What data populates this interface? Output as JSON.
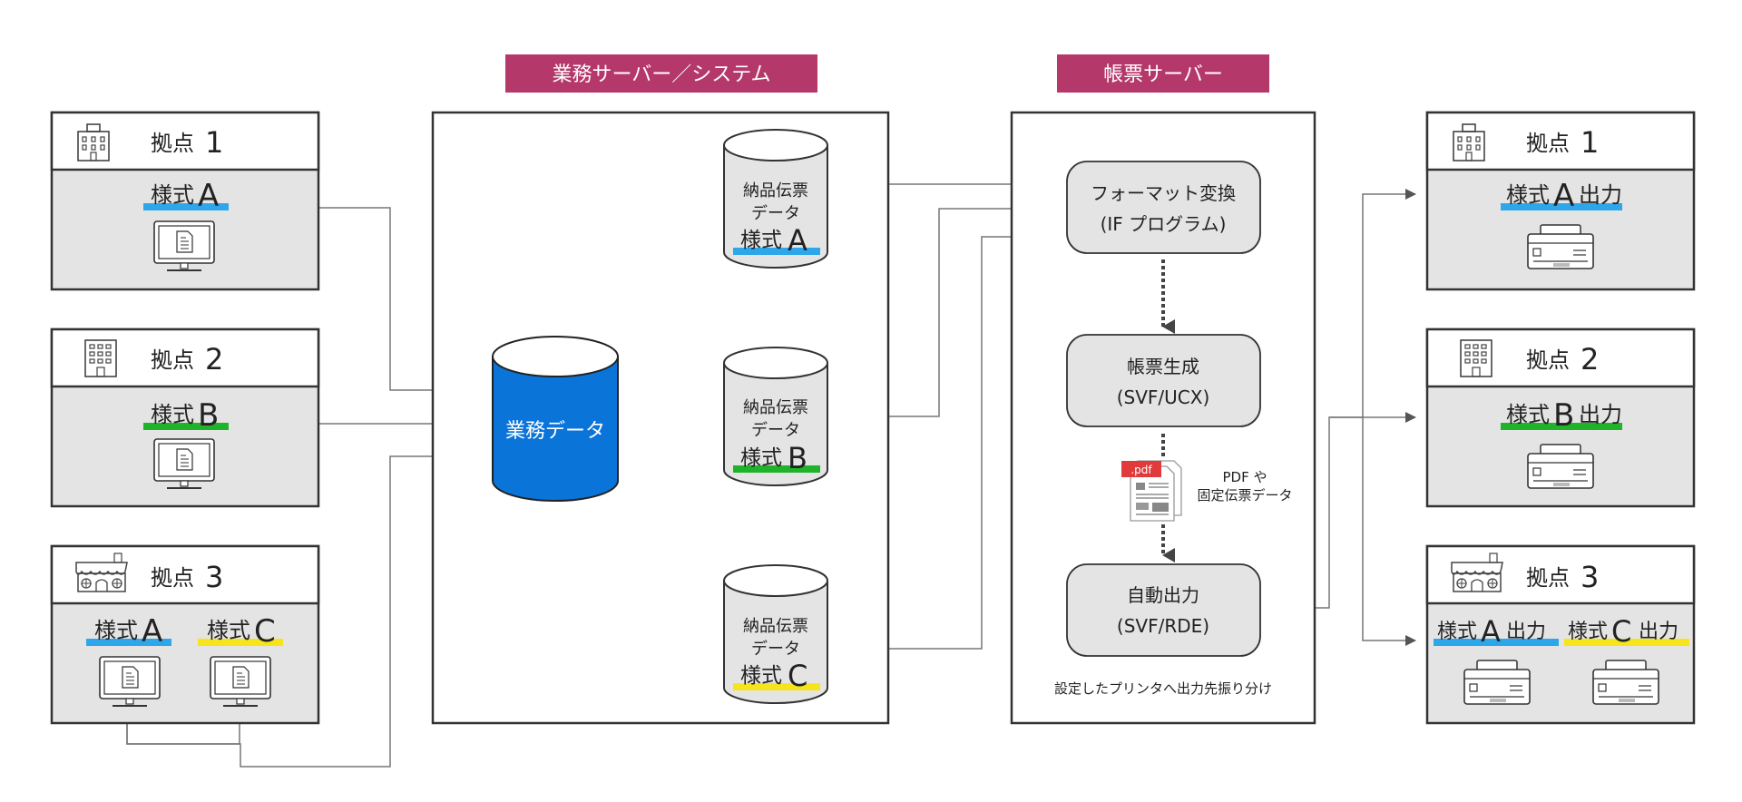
{
  "header_business": "業務サーバー／システム",
  "header_form": "帳票サーバー",
  "colors": {
    "header_bg": "#b5386a",
    "db_blue": "#0a74d9",
    "form_a": "#2ea7ea",
    "form_b": "#1fb32a",
    "form_c": "#f7e51c",
    "panel_gray": "#e4e4e4",
    "box_border": "#333333",
    "line": "#777777"
  },
  "sites_left": [
    {
      "name": "拠点",
      "num": "1",
      "forms": [
        {
          "label": "様式",
          "letter": "A",
          "color": "a"
        }
      ]
    },
    {
      "name": "拠点",
      "num": "2",
      "forms": [
        {
          "label": "様式",
          "letter": "B",
          "color": "b"
        }
      ]
    },
    {
      "name": "拠点",
      "num": "3",
      "forms": [
        {
          "label": "様式",
          "letter": "A",
          "color": "a"
        },
        {
          "label": "様式",
          "letter": "C",
          "color": "c"
        }
      ]
    }
  ],
  "business_db": "業務データ",
  "slip_db": {
    "line1": "納品伝票",
    "line2": "データ"
  },
  "slip_forms": [
    {
      "label": "様式",
      "letter": "A"
    },
    {
      "label": "様式",
      "letter": "B"
    },
    {
      "label": "様式",
      "letter": "C"
    }
  ],
  "steps": {
    "convert": {
      "line1": "フォーマット変換",
      "line2": "(IF プログラム)"
    },
    "generate": {
      "line1": "帳票生成",
      "line2": "(SVF/UCX)"
    },
    "output": {
      "line1": "自動出力",
      "line2": "(SVF/RDE)"
    }
  },
  "pdf_badge": ".pdf",
  "pdf_note": {
    "line1": "PDF や",
    "line2": "固定伝票データ"
  },
  "printer_note": "設定したプリンタへ出力先振り分け",
  "sites_right": [
    {
      "name": "拠点",
      "num": "1",
      "forms": [
        {
          "label": "様式",
          "letter": "A",
          "suffix": "出力"
        }
      ]
    },
    {
      "name": "拠点",
      "num": "2",
      "forms": [
        {
          "label": "様式",
          "letter": "B",
          "suffix": "出力"
        }
      ]
    },
    {
      "name": "拠点",
      "num": "3",
      "forms": [
        {
          "label": "様式",
          "letter": "A",
          "suffix": "出力"
        },
        {
          "label": "様式",
          "letter": "C",
          "suffix": "出力"
        }
      ]
    }
  ]
}
